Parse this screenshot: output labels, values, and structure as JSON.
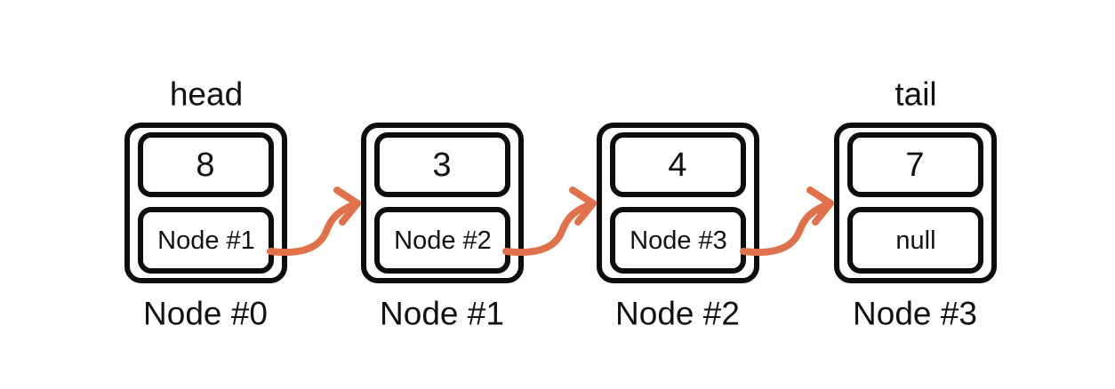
{
  "diagram": {
    "nodes": [
      {
        "value": "8",
        "next": "Node #1",
        "caption": "Node #0",
        "label": "head"
      },
      {
        "value": "3",
        "next": "Node #2",
        "caption": "Node #1",
        "label": ""
      },
      {
        "value": "4",
        "next": "Node #3",
        "caption": "Node #2",
        "label": ""
      },
      {
        "value": "7",
        "next": "null",
        "caption": "Node #3",
        "label": "tail"
      }
    ],
    "arrow_color": "#e0714a",
    "border_color": "#0d0d0d"
  }
}
